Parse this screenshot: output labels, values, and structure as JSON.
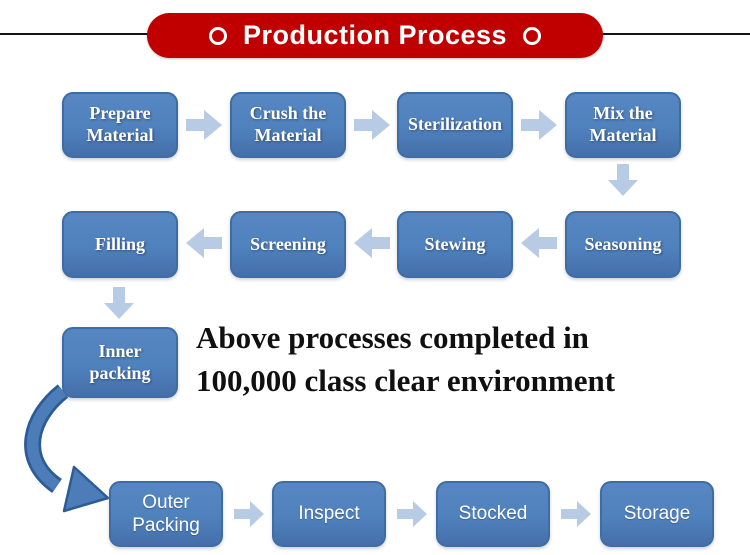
{
  "header": {
    "title": "Production Process",
    "decoration": "ring-bullets-both-sides"
  },
  "colors": {
    "banner_red": "#C00000",
    "divider_black": "#141414",
    "box_blue": "#4F81BD",
    "box_border_blue": "#3E6CA5",
    "flow_arrow_light_blue": "#B7CBE5",
    "curved_arrow_blue": "#4C7DB8",
    "curved_arrow_outline": "#2B5C97",
    "box_text": "#FFFFFF",
    "note_text": "#101010"
  },
  "icons": {
    "banner_bullet": "ring",
    "flow_arrow": "block-arrow",
    "curve_connector": "curved-block-arrow"
  },
  "process": {
    "row1": {
      "flow_direction": "left-to-right",
      "items": [
        {
          "label": "Prepare\nMaterial"
        },
        {
          "label": "Crush the\nMaterial"
        },
        {
          "label": "Sterilization"
        },
        {
          "label": "Mix the\nMaterial"
        }
      ]
    },
    "row2": {
      "flow_direction": "right-to-left",
      "items": [
        {
          "label": "Filling"
        },
        {
          "label": "Screening"
        },
        {
          "label": "Stewing"
        },
        {
          "label": "Seasoning"
        }
      ]
    },
    "inner_packing": {
      "label": "Inner\npacking"
    },
    "row3": {
      "flow_direction": "left-to-right",
      "items": [
        {
          "label": "Outer\nPacking"
        },
        {
          "label": "Inspect"
        },
        {
          "label": "Stocked"
        },
        {
          "label": "Storage"
        }
      ]
    }
  },
  "note": {
    "text": "Above processes completed in\n100,000 class clear environment"
  }
}
